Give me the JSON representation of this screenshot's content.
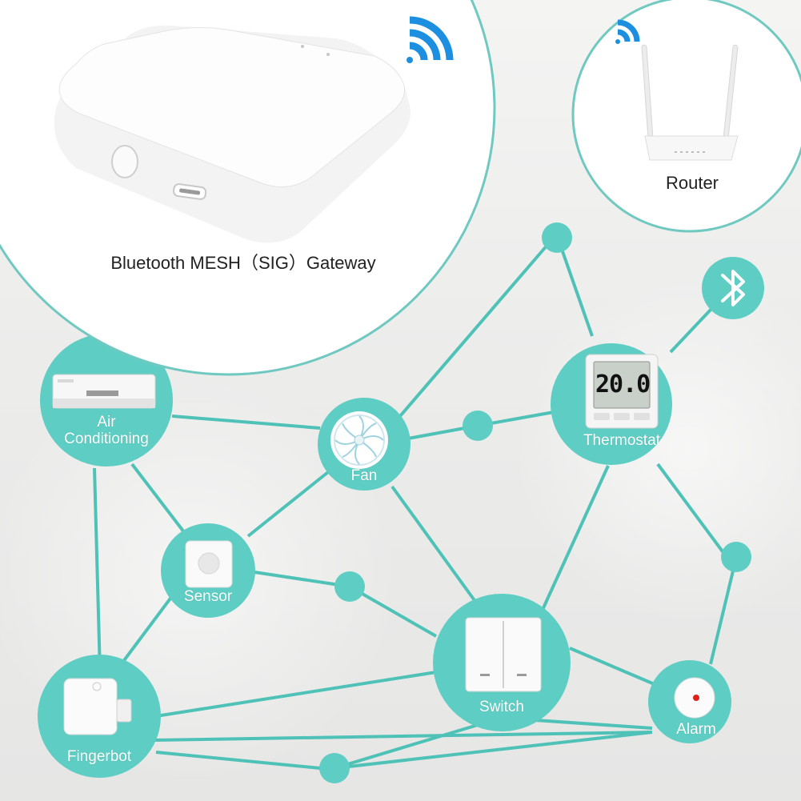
{
  "colors": {
    "accent": "#5ecdc3",
    "line": "#4fc2b8",
    "wifi": "#1d8fe0"
  },
  "gateway": {
    "caption": "Bluetooth MESH（SIG）Gateway"
  },
  "router": {
    "caption": "Router"
  },
  "devices": {
    "air_conditioning": [
      "Air",
      "Conditioning"
    ],
    "fan": "Fan",
    "thermostat": "Thermostat",
    "thermostat_display": "20.0",
    "sensor": "Sensor",
    "switch": "Switch",
    "fingerbot": "Fingerbot",
    "alarm": "Alarm"
  },
  "icons": {
    "wifi": "wifi-icon",
    "bluetooth": "bluetooth-icon"
  }
}
